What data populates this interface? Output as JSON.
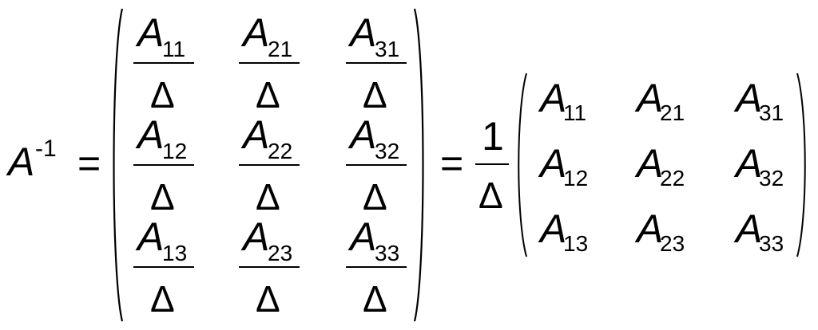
{
  "lhs": {
    "base": "A",
    "exponent": "-1"
  },
  "equals": "=",
  "matrix1": {
    "rows": [
      [
        {
          "num": "A",
          "num_sub": "11",
          "den": "Δ"
        },
        {
          "num": "A",
          "num_sub": "21",
          "den": "Δ"
        },
        {
          "num": "A",
          "num_sub": "31",
          "den": "Δ"
        }
      ],
      [
        {
          "num": "A",
          "num_sub": "12",
          "den": "Δ"
        },
        {
          "num": "A",
          "num_sub": "22",
          "den": "Δ"
        },
        {
          "num": "A",
          "num_sub": "32",
          "den": "Δ"
        }
      ],
      [
        {
          "num": "A",
          "num_sub": "13",
          "den": "Δ"
        },
        {
          "num": "A",
          "num_sub": "23",
          "den": "Δ"
        },
        {
          "num": "A",
          "num_sub": "33",
          "den": "Δ"
        }
      ]
    ]
  },
  "scalar": {
    "num": "1",
    "den": "Δ"
  },
  "matrix2": {
    "rows": [
      [
        {
          "base": "A",
          "sub": "11"
        },
        {
          "base": "A",
          "sub": "21"
        },
        {
          "base": "A",
          "sub": "31"
        }
      ],
      [
        {
          "base": "A",
          "sub": "12"
        },
        {
          "base": "A",
          "sub": "22"
        },
        {
          "base": "A",
          "sub": "32"
        }
      ],
      [
        {
          "base": "A",
          "sub": "13"
        },
        {
          "base": "A",
          "sub": "23"
        },
        {
          "base": "A",
          "sub": "33"
        }
      ]
    ]
  }
}
